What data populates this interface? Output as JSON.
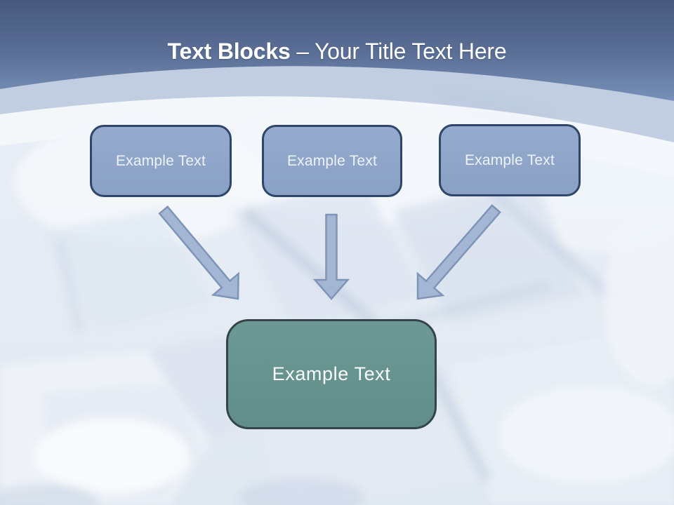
{
  "title": {
    "bold": "Text Blocks",
    "regular": " – Your Title Text Here"
  },
  "top_boxes": [
    {
      "label": "Example Text"
    },
    {
      "label": "Example Text"
    },
    {
      "label": "Example Text"
    }
  ],
  "center_box": {
    "label": "Example Text"
  },
  "arrows": [
    {
      "icon": "arrow-down-right"
    },
    {
      "icon": "arrow-down"
    },
    {
      "icon": "arrow-down-left"
    }
  ],
  "colors": {
    "title_color": "#ffffff",
    "header_top": "#46597d",
    "header_mid": "#5a6d94",
    "header_bottom": "#7791b8",
    "band": "#b7c5dc",
    "glow": "#f4f7fb",
    "box_fill_top": "#95abce",
    "box_fill_bottom": "#89a1c5",
    "box_border": "#2f4569",
    "box_text": "#eef3f9",
    "center_fill_top": "#6d9995",
    "center_fill_bottom": "#628e8a",
    "center_border": "#344547",
    "center_text": "#fafcfb",
    "arrow_fill": "#a3b6d3",
    "arrow_stroke": "#7e95b8"
  }
}
